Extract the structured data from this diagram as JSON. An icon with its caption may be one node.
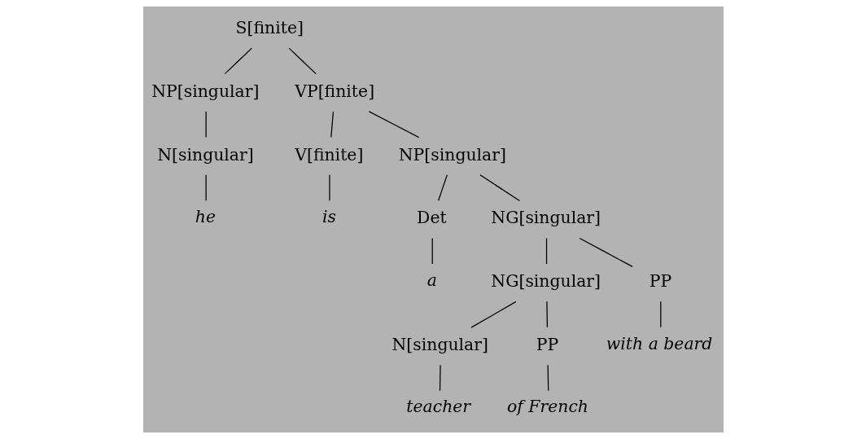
{
  "diagram": {
    "nodes": [
      {
        "text": [
          "S[finite]"
        ]
      },
      {
        "text": [
          "NP[singular]"
        ]
      },
      {
        "text": [
          "VP[finite]"
        ]
      },
      {
        "text": [
          "N[singular]"
        ]
      },
      {
        "text": [
          "he"
        ]
      },
      {
        "text": [
          "V[finite]"
        ]
      },
      {
        "text": [
          "NP[singular]"
        ]
      },
      {
        "text": [
          "is"
        ]
      },
      {
        "text": [
          "Det"
        ]
      },
      {
        "text": [
          "NG[singular]"
        ]
      },
      {
        "text": [
          "a"
        ]
      },
      {
        "text": [
          "NG[singular]"
        ]
      },
      {
        "text": [
          "PP"
        ]
      },
      {
        "text": [
          "N[singular]"
        ]
      },
      {
        "text": [
          "PP"
        ]
      },
      {
        "text": [
          "with a beard"
        ]
      },
      {
        "text": [
          "teacher"
        ]
      },
      {
        "text": [
          "of French"
        ]
      }
    ],
    "edges": [
      {
        "from": 0,
        "to": 1,
        "arrow": "none"
      },
      {
        "from": 0,
        "to": 2,
        "arrow": "none"
      },
      {
        "from": 1,
        "to": 3,
        "arrow": "none"
      },
      {
        "from": 3,
        "to": 4,
        "arrow": "none"
      },
      {
        "from": 2,
        "to": 5,
        "arrow": "none"
      },
      {
        "from": 2,
        "to": 6,
        "arrow": "none"
      },
      {
        "from": 5,
        "to": 7,
        "arrow": "none"
      },
      {
        "from": 6,
        "to": 8,
        "arrow": "none"
      },
      {
        "from": 6,
        "to": 9,
        "arrow": "none"
      },
      {
        "from": 8,
        "to": 10,
        "arrow": "none"
      },
      {
        "from": 9,
        "to": 11,
        "arrow": "none"
      },
      {
        "from": 9,
        "to": 12,
        "arrow": "none"
      },
      {
        "from": 11,
        "to": 13,
        "arrow": "none"
      },
      {
        "from": 11,
        "to": 14,
        "arrow": "none"
      },
      {
        "from": 12,
        "to": 15,
        "arrow": "none"
      },
      {
        "from": 13,
        "to": 16,
        "arrow": "none"
      },
      {
        "from": 14,
        "to": 17,
        "arrow": "none"
      }
    ]
  }
}
